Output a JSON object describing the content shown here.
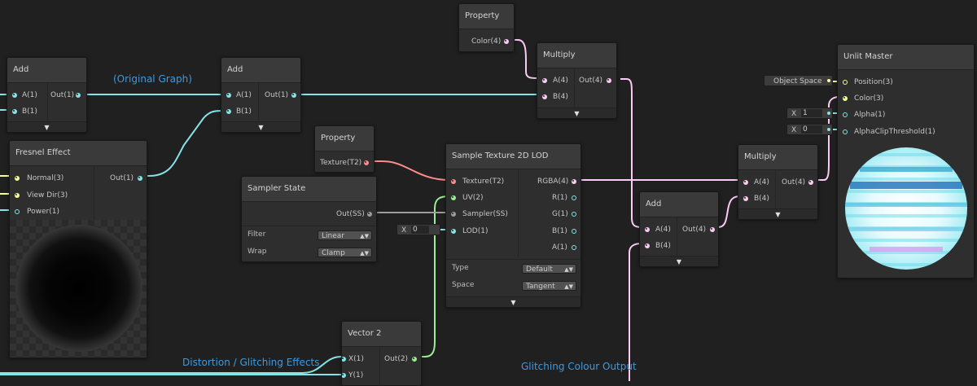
{
  "nodes": {
    "add1": {
      "title": "Add",
      "in_a": "A(1)",
      "in_b": "B(1)",
      "out": "Out(1)"
    },
    "add2": {
      "title": "Add",
      "in_a": "A(1)",
      "in_b": "B(1)",
      "out": "Out(1)"
    },
    "prop_color": {
      "title": "Property",
      "out": "Color(4)"
    },
    "multiply1": {
      "title": "Multiply",
      "in_a": "A(4)",
      "in_b": "B(4)",
      "out": "Out(4)"
    },
    "fresnel": {
      "title": "Fresnel Effect",
      "in_normal": "Normal(3)",
      "in_viewdir": "View Dir(3)",
      "in_power": "Power(1)",
      "out": "Out(1)"
    },
    "prop_texture": {
      "title": "Property",
      "out": "Texture(T2)"
    },
    "sampler": {
      "title": "Sampler State",
      "out": "Out(SS)",
      "filter_label": "Filter",
      "filter_value": "Linear",
      "wrap_label": "Wrap",
      "wrap_value": "Clamp"
    },
    "sample_tex": {
      "title": "Sample Texture 2D LOD",
      "in_texture": "Texture(T2)",
      "in_uv": "UV(2)",
      "in_sampler": "Sampler(SS)",
      "in_lod": "LOD(1)",
      "out_rgba": "RGBA(4)",
      "out_r": "R(1)",
      "out_g": "G(1)",
      "out_b": "B(1)",
      "out_a": "A(1)",
      "type_label": "Type",
      "type_value": "Default",
      "space_label": "Space",
      "space_value": "Tangent"
    },
    "add3": {
      "title": "Add",
      "in_a": "A(4)",
      "in_b": "B(4)",
      "out": "Out(4)"
    },
    "multiply2": {
      "title": "Multiply",
      "in_a": "A(4)",
      "in_b": "B(4)",
      "out": "Out(4)"
    },
    "vector2": {
      "title": "Vector 2",
      "in_x": "X(1)",
      "in_y": "Y(1)",
      "out": "Out(2)"
    },
    "unlit": {
      "title": "Unlit Master",
      "in_position": "Position(3)",
      "in_color": "Color(3)",
      "in_alpha": "Alpha(1)",
      "in_clip": "AlphaClipThreshold(1)"
    }
  },
  "inputs": {
    "object_space": "Object Space",
    "alpha_x": "X",
    "alpha_value": "1",
    "clip_x": "X",
    "clip_value": "0",
    "lod_x": "X",
    "lod_value": "0"
  },
  "labels": {
    "original_graph": "(Original Graph)",
    "distortion": "Distortion / Glitching Effects",
    "glitch_output": "Glitching Colour Output"
  },
  "colors": {
    "float_port": "#84e4e7",
    "vec2_port": "#9aef92",
    "vec3_port": "#f6ff9a",
    "vec4_port": "#fbcbf4",
    "texture_port": "#ff8b8b",
    "sampler_port": "#9c9c9c",
    "annotation": "#3e9ae0"
  }
}
